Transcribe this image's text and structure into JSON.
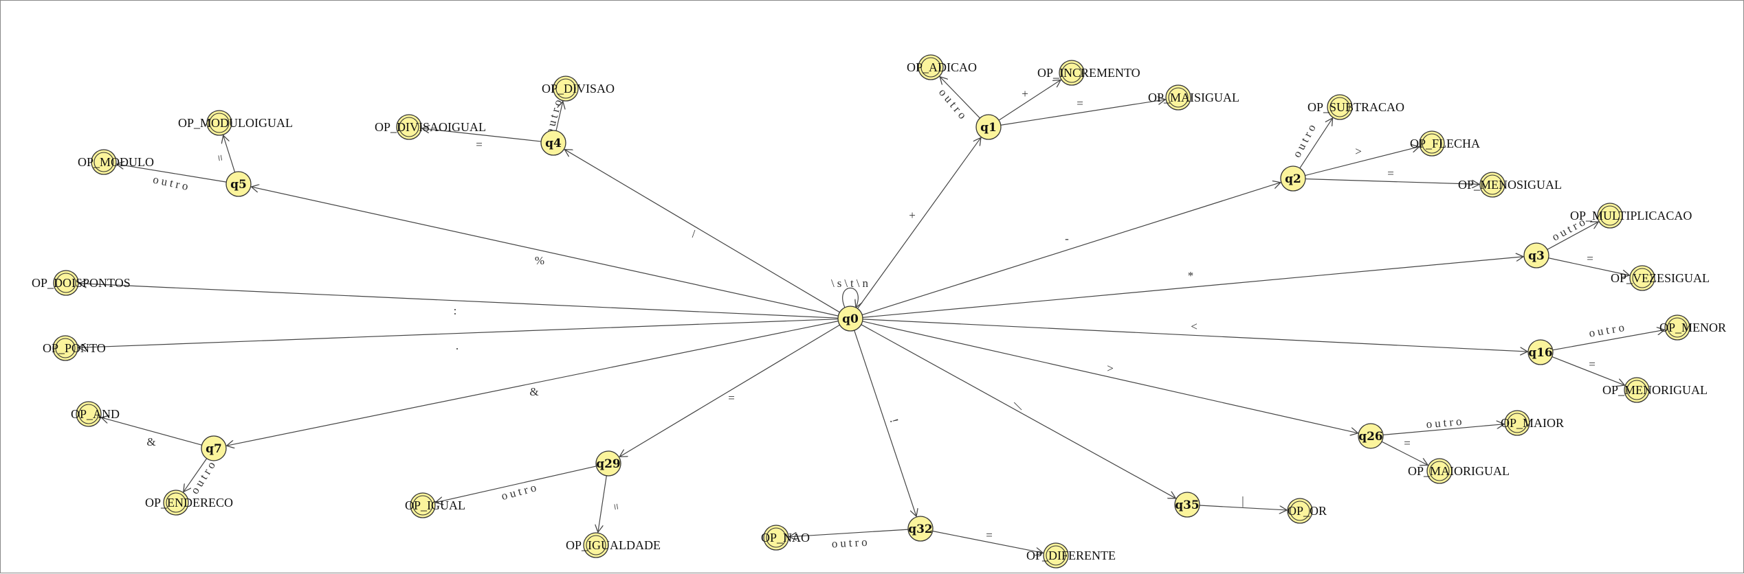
{
  "diagram": {
    "states": [
      {
        "id": "q0",
        "label": "q0"
      },
      {
        "id": "q1",
        "label": "q1"
      },
      {
        "id": "q2",
        "label": "q2"
      },
      {
        "id": "q3",
        "label": "q3"
      },
      {
        "id": "q4",
        "label": "q4"
      },
      {
        "id": "q5",
        "label": "q5"
      },
      {
        "id": "q7",
        "label": "q7"
      },
      {
        "id": "q16",
        "label": "q16"
      },
      {
        "id": "q26",
        "label": "q26"
      },
      {
        "id": "q29",
        "label": "q29"
      },
      {
        "id": "q32",
        "label": "q32"
      },
      {
        "id": "q35",
        "label": "q35"
      }
    ],
    "finals": [
      {
        "id": "OP_ADICAO",
        "label": "OP_ADICAO"
      },
      {
        "id": "OP_INCREMENTO",
        "label": "OP_INCREMENTO"
      },
      {
        "id": "OP_MAISIGUAL",
        "label": "OP_MAISIGUAL"
      },
      {
        "id": "OP_SUBTRACAO",
        "label": "OP_SUBTRACAO"
      },
      {
        "id": "OP_FLECHA",
        "label": "OP_FLECHA"
      },
      {
        "id": "OP_MENOSIGUAL",
        "label": "OP_MENOSIGUAL"
      },
      {
        "id": "OP_MULTIPLICACAO",
        "label": "OP_MULTIPLICACAO"
      },
      {
        "id": "OP_VEZESIGUAL",
        "label": "OP_VEZESIGUAL"
      },
      {
        "id": "OP_DIVISAO",
        "label": "OP_DIVISAO"
      },
      {
        "id": "OP_DIVISAOIGUAL",
        "label": "OP_DIVISAOIGUAL"
      },
      {
        "id": "OP_MODULOIGUAL",
        "label": "OP_MODULOIGUAL"
      },
      {
        "id": "OP_MODULO",
        "label": "OP_MODULO"
      },
      {
        "id": "OP_DOISPONTOS",
        "label": "OP_DOISPONTOS"
      },
      {
        "id": "OP_PONTO",
        "label": "OP_PONTO"
      },
      {
        "id": "OP_AND",
        "label": "OP_AND"
      },
      {
        "id": "OP_ENDERECO",
        "label": "OP_ENDERECO"
      },
      {
        "id": "OP_IGUAL",
        "label": "OP_IGUAL"
      },
      {
        "id": "OP_IGUALDADE",
        "label": "OP_IGUALDADE"
      },
      {
        "id": "OP_NAO",
        "label": "OP_NAO"
      },
      {
        "id": "OP_DIFERENTE",
        "label": "OP_DIFERENTE"
      },
      {
        "id": "OP_OR",
        "label": "OP_OR"
      },
      {
        "id": "OP_MAIOR",
        "label": "OP_MAIOR"
      },
      {
        "id": "OP_MAIORIGUAL",
        "label": "OP_MAIORIGUAL"
      },
      {
        "id": "OP_MENOR",
        "label": "OP_MENOR"
      },
      {
        "id": "OP_MENORIGUAL",
        "label": "OP_MENORIGUAL"
      }
    ],
    "transitions": [
      {
        "from": "q0",
        "to": "q0",
        "label": "\\s\\t\\n"
      },
      {
        "from": "q0",
        "to": "q1",
        "label": "+"
      },
      {
        "from": "q0",
        "to": "q2",
        "label": "-"
      },
      {
        "from": "q0",
        "to": "q3",
        "label": "*"
      },
      {
        "from": "q0",
        "to": "q4",
        "label": "/"
      },
      {
        "from": "q0",
        "to": "q5",
        "label": "%"
      },
      {
        "from": "q0",
        "to": "OP_DOISPONTOS",
        "label": ":"
      },
      {
        "from": "q0",
        "to": "OP_PONTO",
        "label": "."
      },
      {
        "from": "q0",
        "to": "q7",
        "label": "&"
      },
      {
        "from": "q0",
        "to": "q29",
        "label": "="
      },
      {
        "from": "q0",
        "to": "q32",
        "label": "!"
      },
      {
        "from": "q0",
        "to": "q35",
        "label": "|"
      },
      {
        "from": "q0",
        "to": "q26",
        "label": ">"
      },
      {
        "from": "q0",
        "to": "q16",
        "label": "<"
      },
      {
        "from": "q1",
        "to": "OP_ADICAO",
        "label": "outro"
      },
      {
        "from": "q1",
        "to": "OP_INCREMENTO",
        "label": "+"
      },
      {
        "from": "q1",
        "to": "OP_MAISIGUAL",
        "label": "="
      },
      {
        "from": "q2",
        "to": "OP_SUBTRACAO",
        "label": "outro"
      },
      {
        "from": "q2",
        "to": "OP_FLECHA",
        "label": ">"
      },
      {
        "from": "q2",
        "to": "OP_MENOSIGUAL",
        "label": "="
      },
      {
        "from": "q3",
        "to": "OP_MULTIPLICACAO",
        "label": "outro"
      },
      {
        "from": "q3",
        "to": "OP_VEZESIGUAL",
        "label": "="
      },
      {
        "from": "q4",
        "to": "OP_DIVISAO",
        "label": "outro"
      },
      {
        "from": "q4",
        "to": "OP_DIVISAOIGUAL",
        "label": "="
      },
      {
        "from": "q5",
        "to": "OP_MODULOIGUAL",
        "label": "="
      },
      {
        "from": "q5",
        "to": "OP_MODULO",
        "label": "outro"
      },
      {
        "from": "q7",
        "to": "OP_AND",
        "label": "&"
      },
      {
        "from": "q7",
        "to": "OP_ENDERECO",
        "label": "outro"
      },
      {
        "from": "q29",
        "to": "OP_IGUAL",
        "label": "outro"
      },
      {
        "from": "q29",
        "to": "OP_IGUALDADE",
        "label": "="
      },
      {
        "from": "q32",
        "to": "OP_NAO",
        "label": "outro"
      },
      {
        "from": "q32",
        "to": "OP_DIFERENTE",
        "label": "="
      },
      {
        "from": "q35",
        "to": "OP_OR",
        "label": "|"
      },
      {
        "from": "q26",
        "to": "OP_MAIOR",
        "label": "outro"
      },
      {
        "from": "q26",
        "to": "OP_MAIORIGUAL",
        "label": "="
      },
      {
        "from": "q16",
        "to": "OP_MENOR",
        "label": "outro"
      },
      {
        "from": "q16",
        "to": "OP_MENORIGUAL",
        "label": "="
      }
    ]
  }
}
